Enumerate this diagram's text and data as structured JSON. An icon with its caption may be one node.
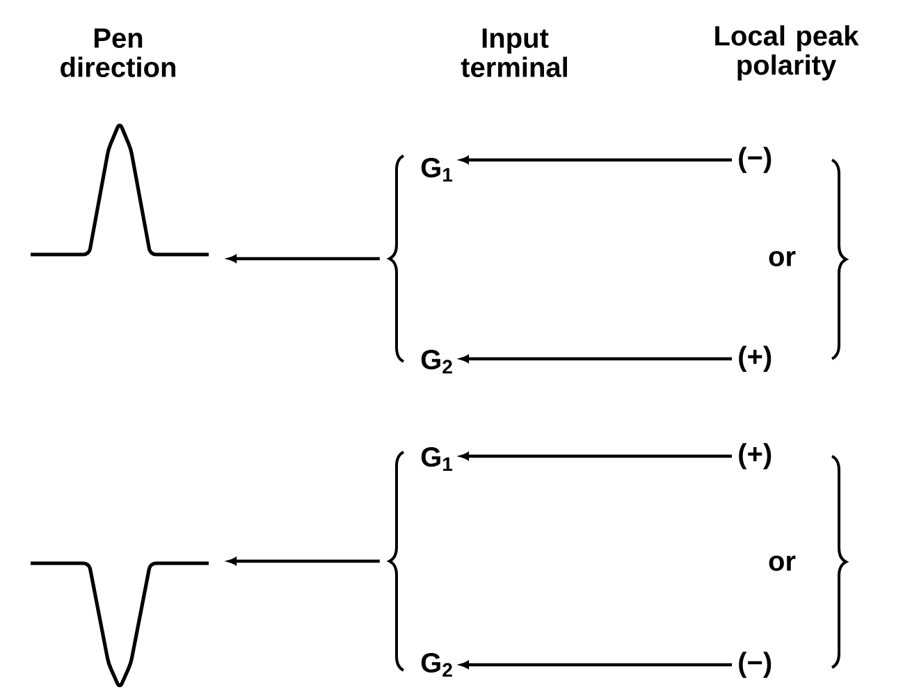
{
  "diagram": {
    "nodes": [
      {
        "text": [],
        "shape": "picture"
      },
      {
        "text": [],
        "shape": "brace"
      },
      {
        "text": [
          "G$_{1}$"
        ]
      },
      {
        "text": [
          "(−)"
        ]
      },
      {
        "text": [
          "G$_{2}$"
        ]
      },
      {
        "text": [
          "(+)"
        ]
      },
      {
        "text": [],
        "shape": "picture"
      },
      {
        "text": [],
        "shape": "brace"
      },
      {
        "text": [
          "G$_{1}$"
        ]
      },
      {
        "text": [
          "(+)"
        ]
      },
      {
        "text": [
          "G$_{2}$"
        ]
      },
      {
        "text": [
          "(−)"
        ]
      }
    ],
    "edges": [
      {
        "from": 1,
        "to": 0,
        "arrow": "to"
      },
      {
        "from": 3,
        "to": 2,
        "arrow": "to"
      },
      {
        "from": 5,
        "to": 4,
        "arrow": "to"
      },
      {
        "from": 7,
        "to": 6,
        "arrow": "to"
      },
      {
        "from": 9,
        "to": 8,
        "arrow": "to"
      },
      {
        "from": 11,
        "to": 10,
        "arrow": "to"
      }
    ],
    "labels": [
      "Pen direction",
      "Input terminal",
      "Local peak polarity",
      "or",
      "or"
    ]
  }
}
